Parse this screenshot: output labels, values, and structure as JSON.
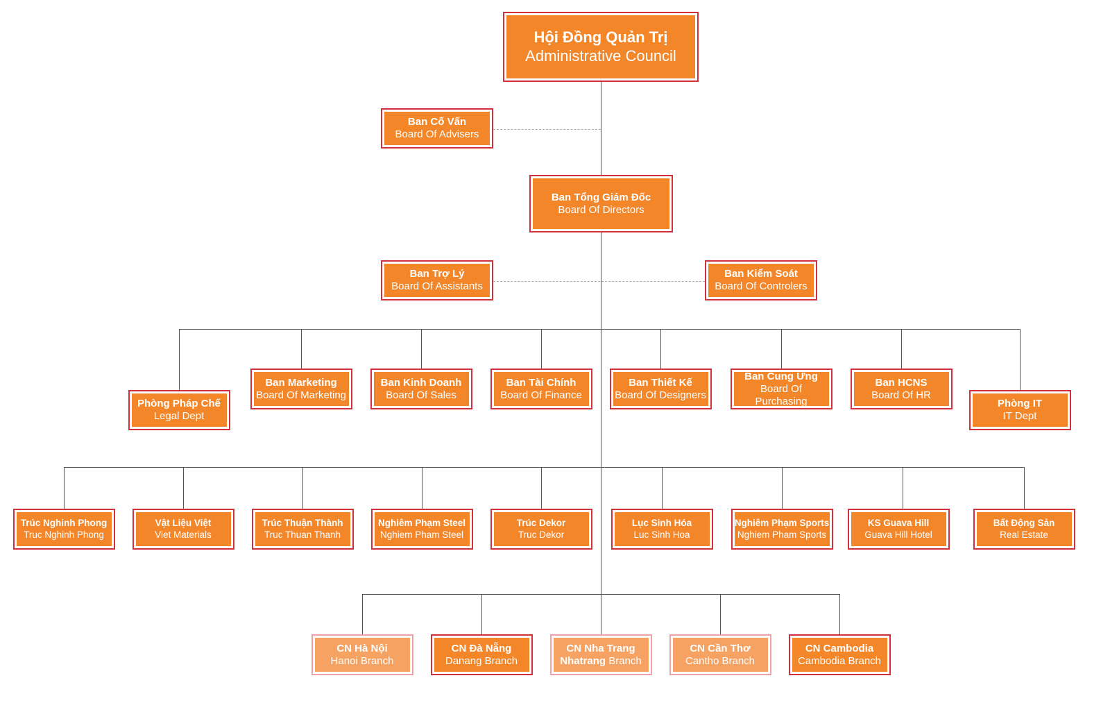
{
  "council": {
    "title": "Hội Đồng Quản Trị",
    "subtitle": "Administrative Council"
  },
  "advisers": {
    "title": "Ban Cố Vấn",
    "subtitle": "Board Of Advisers"
  },
  "directors": {
    "title": "Ban Tổng Giám Đốc",
    "subtitle": "Board Of Directors"
  },
  "assistants": {
    "title": "Ban Trợ Lý",
    "subtitle": "Board Of Assistants"
  },
  "controlers": {
    "title": "Ban Kiểm Soát",
    "subtitle": "Board Of Controlers"
  },
  "departments": [
    {
      "title": "Phòng Pháp Chế",
      "subtitle": "Legal Dept"
    },
    {
      "title": "Ban Marketing",
      "subtitle": "Board Of Marketing"
    },
    {
      "title": "Ban Kinh Doanh",
      "subtitle": "Board Of Sales"
    },
    {
      "title": "Ban Tài Chính",
      "subtitle": "Board Of Finance"
    },
    {
      "title": "Ban Thiết Kế",
      "subtitle": "Board Of Designers"
    },
    {
      "title": "Ban Cung Ứng",
      "subtitle": "Board Of Purchasing"
    },
    {
      "title": "Ban HCNS",
      "subtitle": "Board Of HR"
    },
    {
      "title": "Phòng IT",
      "subtitle": "IT Dept"
    }
  ],
  "companies": [
    {
      "title": "Trúc Nghinh Phong",
      "subtitle": "Truc Nghinh Phong"
    },
    {
      "title": "Vật Liệu Việt",
      "subtitle": "Viet Materials"
    },
    {
      "title": "Trúc Thuận Thành",
      "subtitle": "Truc Thuan Thanh"
    },
    {
      "title": "Nghiêm Phạm Steel",
      "subtitle": "Nghiem Pham Steel"
    },
    {
      "title": "Trúc Dekor",
      "subtitle": "Truc Dekor"
    },
    {
      "title": "Lục Sinh Hóa",
      "subtitle": "Luc Sinh Hoa"
    },
    {
      "title": "Nghiêm Phạm Sports",
      "subtitle": "Nghiem Pham Sports"
    },
    {
      "title": "KS Guava Hill",
      "subtitle": "Guava Hill Hotel"
    },
    {
      "title": "Bất Động Sản",
      "subtitle": "Real Estate"
    }
  ],
  "branches": [
    {
      "title": "CN Hà Nội",
      "subtitle": "Hanoi Branch"
    },
    {
      "title": "CN Đà Nẵng",
      "subtitle": "Danang Branch"
    },
    {
      "title": "CN Nha Trang",
      "subtitle_bold": "Nhatrang",
      "subtitle": "Branch"
    },
    {
      "title": "CN Cần Thơ",
      "subtitle": "Cantho Branch"
    },
    {
      "title": "CN Cambodia",
      "subtitle": "Cambodia Branch"
    }
  ],
  "colors": {
    "box": "#f4862a",
    "box_light": "#f5a263",
    "border": "#d2303c",
    "line": "#555555"
  }
}
